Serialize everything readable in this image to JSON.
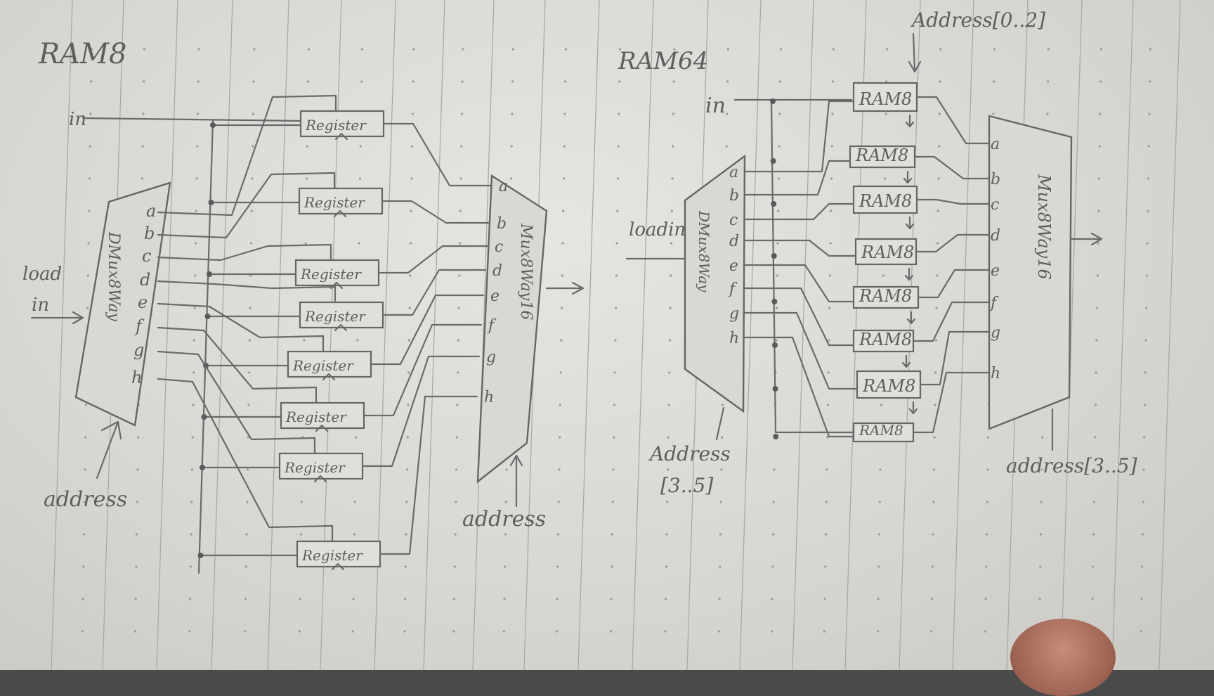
{
  "left_diagram": {
    "title": "RAM8",
    "input_label": "in",
    "load_label": "load",
    "load_in_label": "in",
    "dmux_label": "DMux8Way",
    "mux_label": "Mux8Way16",
    "address_label_dmux": "address",
    "address_label_mux": "address",
    "component_label": "Register",
    "port_letters": [
      "a",
      "b",
      "c",
      "d",
      "e",
      "f",
      "g",
      "h"
    ]
  },
  "right_diagram": {
    "title": "RAM64",
    "input_label": "in",
    "load_label": "loadin",
    "dmux_label": "DMux8Way",
    "mux_label": "Mux8Way16",
    "top_address_label": "Address[0..2]",
    "dmux_address_label_line1": "Address",
    "dmux_address_label_line2": "[3..5]",
    "mux_address_label": "address[3..5]",
    "component_label": "RAM8",
    "port_letters": [
      "a",
      "b",
      "c",
      "d",
      "e",
      "f",
      "g",
      "h"
    ]
  },
  "colors": {
    "paper": "#dedddA",
    "ink": "#666666",
    "rule": "#a9a9a8"
  }
}
